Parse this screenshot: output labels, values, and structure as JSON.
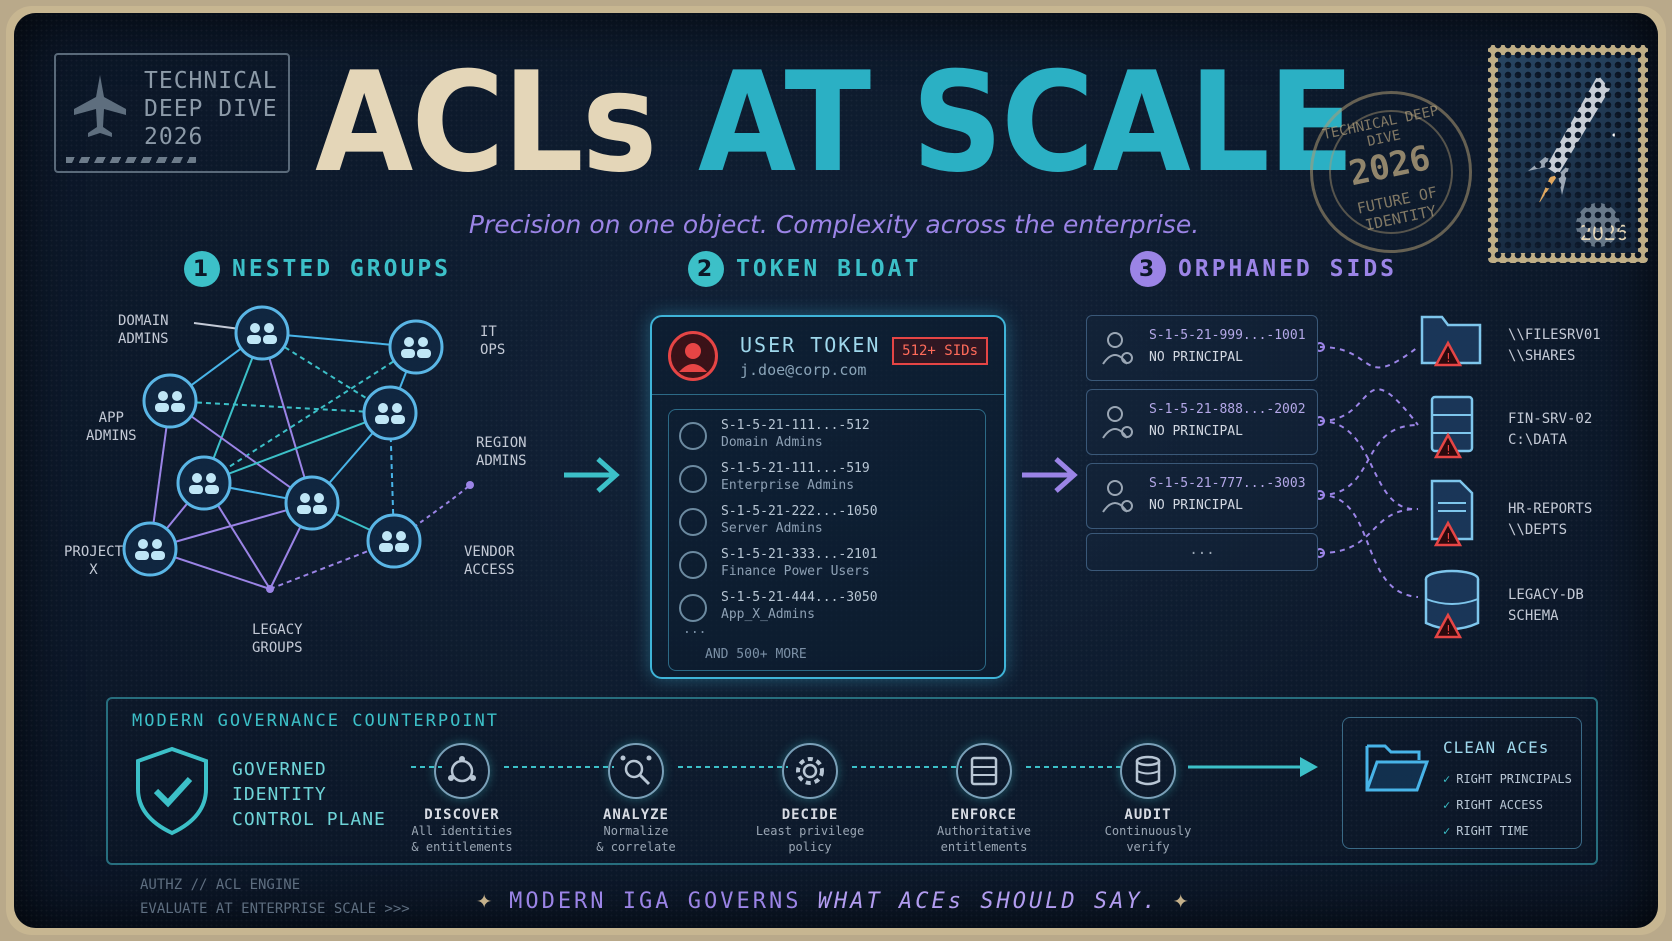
{
  "badge": {
    "line1": "TECHNICAL",
    "line2": "DEEP DIVE",
    "line3": "2026"
  },
  "title": {
    "part1": "ACLs",
    "part2": "AT SCALE"
  },
  "subtitle": "Precision on one object. Complexity across the enterprise.",
  "stamp": {
    "top": "TECHNICAL DEEP DIVE",
    "year": "2026",
    "line1": "FUTURE OF",
    "line2": "IDENTITY"
  },
  "postage_year": "2026",
  "sections": [
    {
      "num": "1",
      "label": "NESTED GROUPS",
      "color": "#3cc0c8"
    },
    {
      "num": "2",
      "label": "TOKEN BLOAT",
      "color": "#3cc0c8"
    },
    {
      "num": "3",
      "label": "ORPHANED SIDS",
      "color": "#9b84e6"
    }
  ],
  "groups": {
    "domain_admins": [
      "DOMAIN",
      "ADMINS"
    ],
    "it_ops": [
      "IT",
      "OPS"
    ],
    "app_admins": [
      "APP",
      "ADMINS"
    ],
    "region_admins": [
      "REGION",
      "ADMINS"
    ],
    "project_x": [
      "PROJECT",
      "X"
    ],
    "vendor_access": [
      "VENDOR",
      "ACCESS"
    ],
    "legacy_groups": [
      "LEGACY",
      "GROUPS"
    ]
  },
  "token": {
    "title": "USER TOKEN",
    "user": "j.doe@corp.com",
    "badge": "512+ SIDs",
    "rows": [
      {
        "sid": "S-1-5-21-111...-512",
        "group": "Domain Admins"
      },
      {
        "sid": "S-1-5-21-111...-519",
        "group": "Enterprise Admins"
      },
      {
        "sid": "S-1-5-21-222...-1050",
        "group": "Server Admins"
      },
      {
        "sid": "S-1-5-21-333...-2101",
        "group": "Finance Power Users"
      },
      {
        "sid": "S-1-5-21-444...-3050",
        "group": "App_X_Admins"
      }
    ],
    "ellipsis": "...",
    "more": "AND 500+ MORE"
  },
  "orphans": [
    {
      "sid": "S-1-5-21-999...-1001",
      "status": "NO PRINCIPAL"
    },
    {
      "sid": "S-1-5-21-888...-2002",
      "status": "NO PRINCIPAL"
    },
    {
      "sid": "S-1-5-21-777...-3003",
      "status": "NO PRINCIPAL"
    }
  ],
  "orphan_ellipsis": "...",
  "resources": [
    {
      "line1": "\\\\FILESRV01",
      "line2": "\\\\SHARES",
      "icon": "folder-icon"
    },
    {
      "line1": "FIN-SRV-02",
      "line2": "C:\\DATA",
      "icon": "server-icon"
    },
    {
      "line1": "HR-REPORTS",
      "line2": "\\\\DEPTS",
      "icon": "document-icon"
    },
    {
      "line1": "LEGACY-DB",
      "line2": "SCHEMA",
      "icon": "database-icon"
    }
  ],
  "governance": {
    "title": "MODERN GOVERNANCE COUNTERPOINT",
    "plane": [
      "GOVERNED",
      "IDENTITY",
      "CONTROL PLANE"
    ],
    "steps": [
      {
        "title": "DISCOVER",
        "d1": "All identities",
        "d2": "& entitlements",
        "icon": "discover-icon"
      },
      {
        "title": "ANALYZE",
        "d1": "Normalize",
        "d2": "& correlate",
        "icon": "analyze-icon"
      },
      {
        "title": "DECIDE",
        "d1": "Least privilege",
        "d2": "policy",
        "icon": "gear-icon"
      },
      {
        "title": "ENFORCE",
        "d1": "Authoritative",
        "d2": "entitlements",
        "icon": "enforce-icon"
      },
      {
        "title": "AUDIT",
        "d1": "Continuously",
        "d2": "verify",
        "icon": "database-icon"
      }
    ],
    "clean": {
      "title": "CLEAN ACEs",
      "items": [
        "RIGHT PRINCIPALS",
        "RIGHT ACCESS",
        "RIGHT TIME"
      ]
    }
  },
  "footer": {
    "left1": "AUTHZ // ACL ENGINE",
    "left2": "EVALUATE AT ENTERPRISE SCALE >>>",
    "motto_a": "MODERN IGA GOVERNS ",
    "motto_b": "WHAT ACEs SHOULD SAY.",
    "spark": "✦"
  },
  "colors": {
    "cyan": "#3cc0c8",
    "purple": "#9b84e6",
    "cream": "#e4d6b8",
    "alert": "#e64545"
  }
}
